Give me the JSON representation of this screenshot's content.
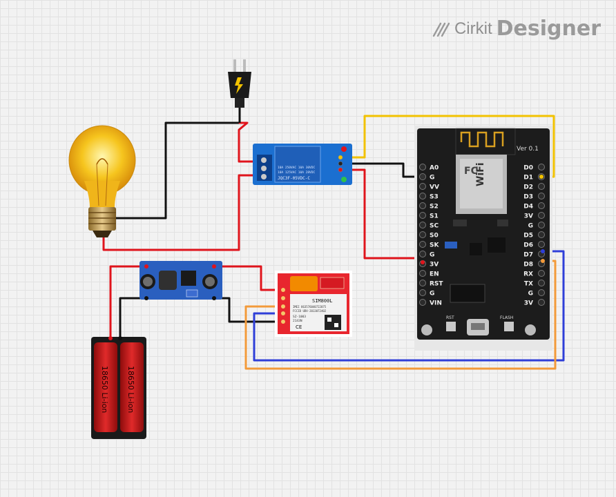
{
  "brand": {
    "name": "Cirkit",
    "suffix": "Designer",
    "icon": "pen-ruler-icon"
  },
  "relay": {
    "part": "JQC3F-05VDC-C",
    "spec1": "10A 250VAC 10A 30VDC",
    "spec2": "10A 125VAC 10A 28VDC"
  },
  "gsm": {
    "model": "SIM800L",
    "imei": "IMEI 863576040722075",
    "fcc": "FCCID UDV-2013072402",
    "sn": "SZ-1003",
    "code": "2143N",
    "mark": "CE"
  },
  "battery": {
    "cell1": "18650 Li-ion",
    "cell2": "18650 Li-ion"
  },
  "mcu": {
    "version": "Ver 0.1",
    "chip_line1": "WiFi",
    "chip_line2": "FC",
    "left_pins": [
      "A0",
      "G",
      "VV",
      "S3",
      "S2",
      "S1",
      "SC",
      "S0",
      "SK",
      "G",
      "3V",
      "EN",
      "RST",
      "G",
      "VIN"
    ],
    "right_pins": [
      "D0",
      "D1",
      "D2",
      "D3",
      "D4",
      "3V",
      "G",
      "D5",
      "D6",
      "D7",
      "D8",
      "RX",
      "TX",
      "G",
      "3V"
    ],
    "button_left": "RST",
    "button_right": "FLASH"
  },
  "colors": {
    "wire_red": "#e0141c",
    "wire_black": "#111111",
    "wire_yellow": "#f2c200",
    "wire_blue": "#2f3fd8",
    "wire_orange": "#f39a3a",
    "relay_blue": "#1b6fd0",
    "board_black": "#1c1c1c",
    "gsm_red": "#e8262e",
    "battery_red": "#c41616"
  }
}
